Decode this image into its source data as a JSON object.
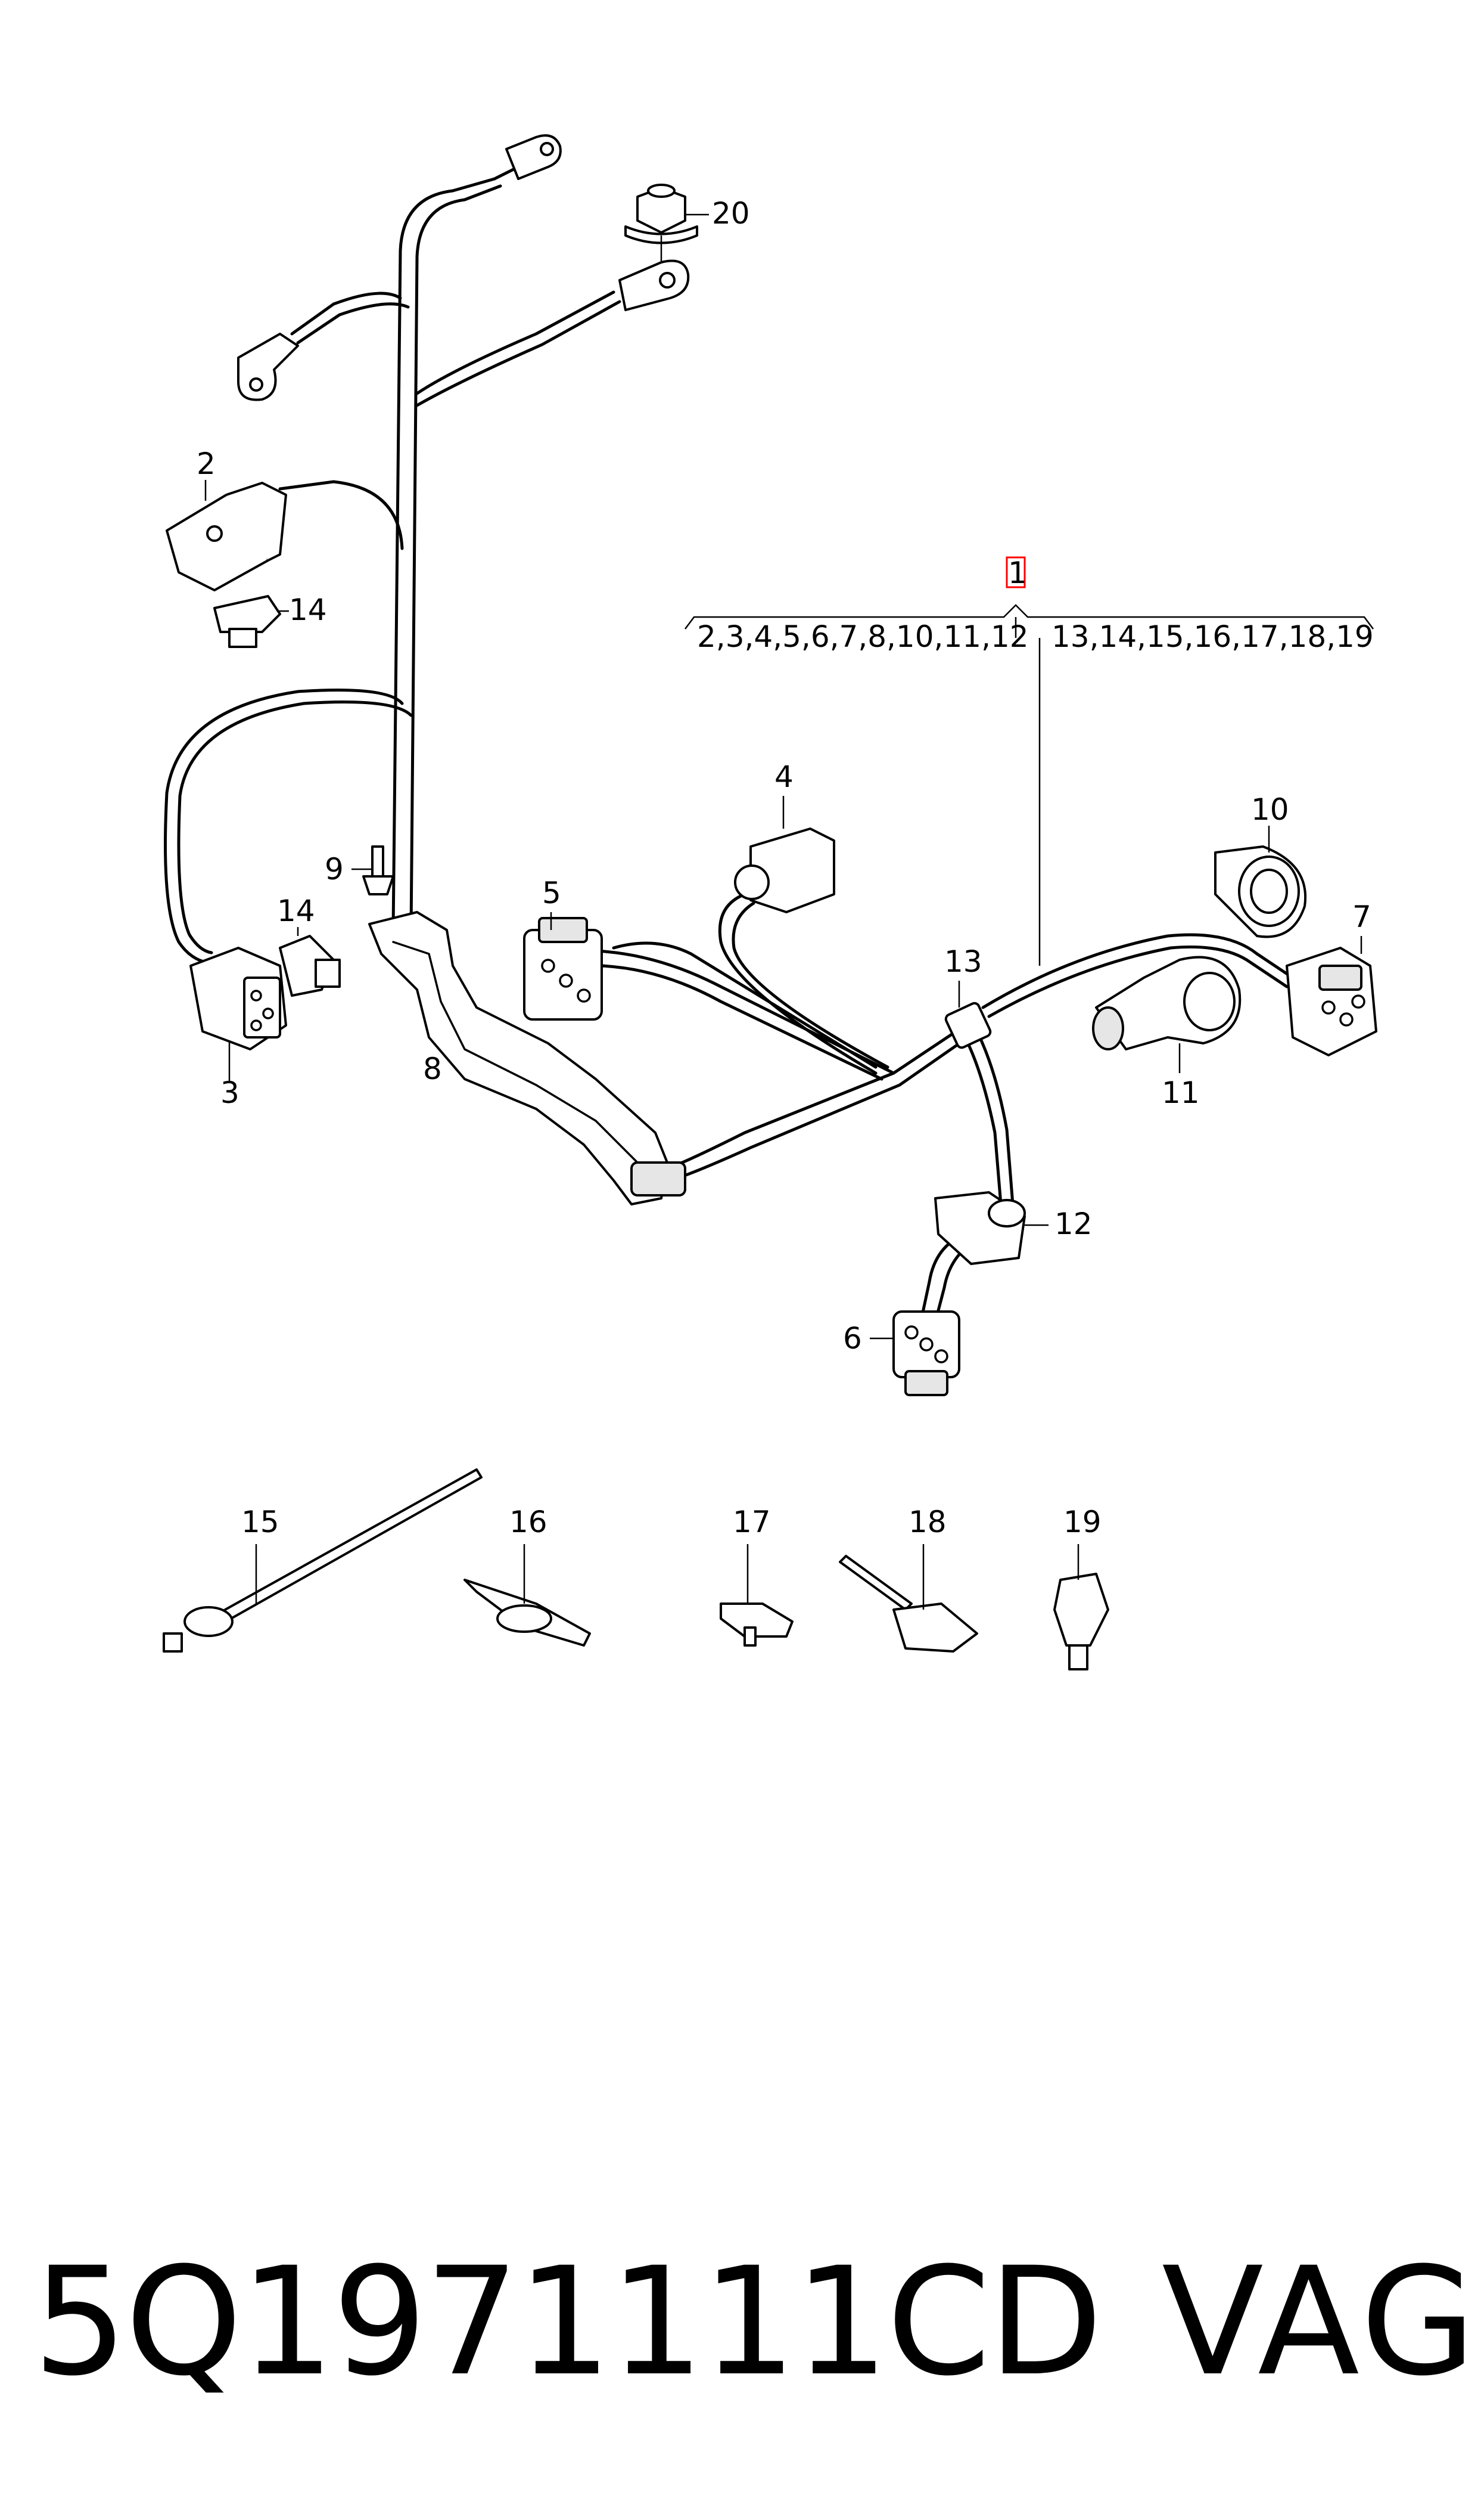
{
  "diagram": {
    "callouts": {
      "main": "1",
      "group_left": "2,3,4,5,6,7,8,10,11,12",
      "group_right": "13,14,15,16,17,18,19",
      "c2": "2",
      "c3": "3",
      "c4": "4",
      "c5": "5",
      "c6": "6",
      "c7": "7",
      "c8": "8",
      "c9": "9",
      "c10": "10",
      "c11": "11",
      "c12": "12",
      "c13": "13",
      "c14a": "14",
      "c14b": "14",
      "c15": "15",
      "c16": "16",
      "c17": "17",
      "c18": "18",
      "c19": "19",
      "c20": "20"
    },
    "colors": {
      "line": "#000000",
      "highlight_box": "#ff0000",
      "background": "#ffffff"
    }
  },
  "footer": {
    "part_number": "5Q1971111CD",
    "brand": "VAG"
  }
}
